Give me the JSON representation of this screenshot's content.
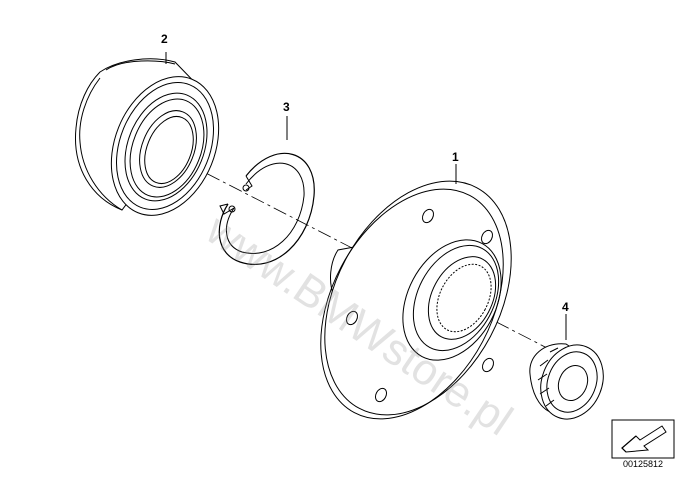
{
  "callouts": {
    "hub": "1",
    "wheel_bearing": "2",
    "circlip": "3",
    "collar_nut": "4"
  },
  "diagram_id": "00125812",
  "watermark": "www.BMWstore.pl",
  "colors": {
    "line": "#000000",
    "background": "#ffffff",
    "watermark": "#969696"
  },
  "icons": {
    "corner": "arrow-icon"
  }
}
